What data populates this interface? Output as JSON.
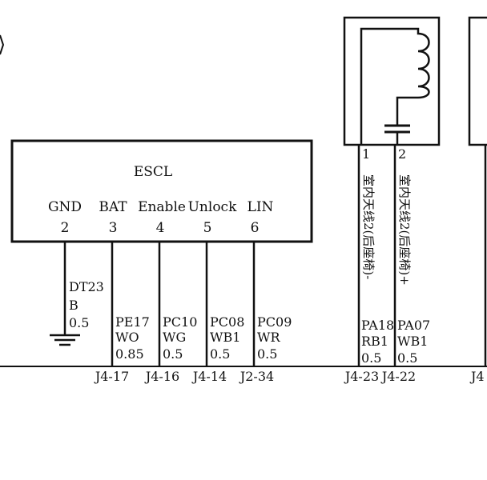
{
  "escl": {
    "title": "ESCL",
    "pins": [
      {
        "name": "GND",
        "num": "2"
      },
      {
        "name": "BAT",
        "num": "3"
      },
      {
        "name": "Enable",
        "num": "4"
      },
      {
        "name": "Unlock",
        "num": "5"
      },
      {
        "name": "LIN",
        "num": "6"
      }
    ]
  },
  "ground_wire": {
    "code": "DT23",
    "color": "B",
    "size": "0.5"
  },
  "wires": [
    {
      "code": "PE17",
      "color": "WO",
      "size": "0.85",
      "connector": "J4-17"
    },
    {
      "code": "PC10",
      "color": "WG",
      "size": "0.5",
      "connector": "J4-16"
    },
    {
      "code": "PC08",
      "color": "WB1",
      "size": "0.5",
      "connector": "J4-14"
    },
    {
      "code": "PC09",
      "color": "WR",
      "size": "0.5",
      "connector": "J2-34"
    }
  ],
  "antenna": {
    "pins": [
      {
        "num": "1",
        "label": "室内天线2(后座椅)-",
        "code": "PA18",
        "color": "RB1",
        "size": "0.5",
        "connector": "J4-23"
      },
      {
        "num": "2",
        "label": "室内天线2(后座椅)+",
        "code": "PA07",
        "color": "WB1",
        "size": "0.5",
        "connector": "J4-22"
      }
    ]
  },
  "edge_connector": "J4"
}
